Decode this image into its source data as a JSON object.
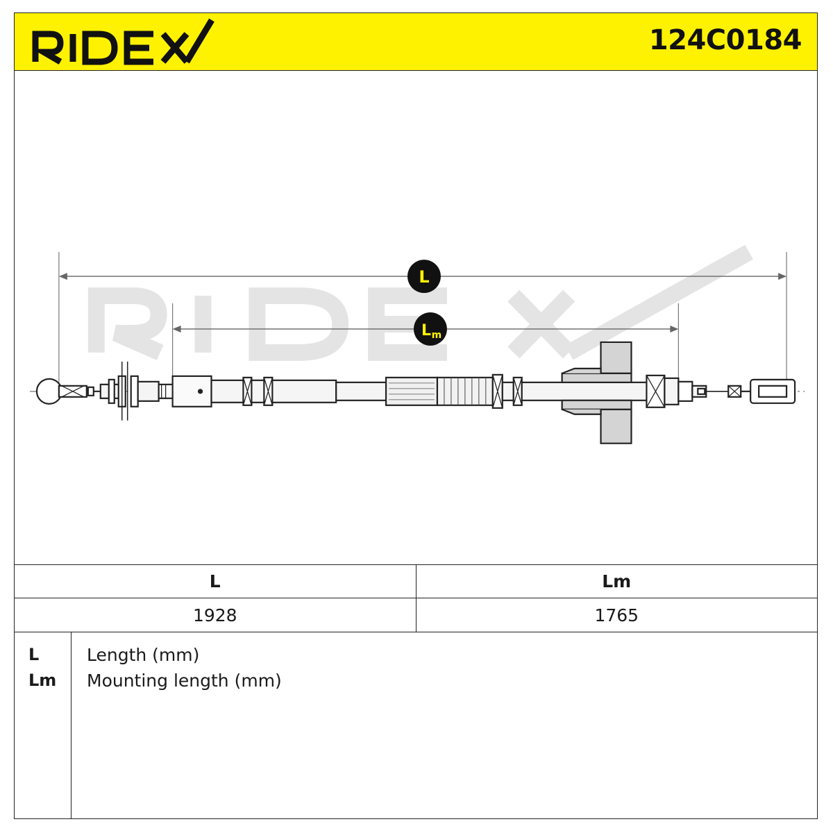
{
  "header": {
    "brand": "RIDEX",
    "part_number": "124C0184",
    "brand_color": "#111111",
    "background_color": "#fff200"
  },
  "drawing": {
    "watermark": "RIDEX",
    "dimension_markers": [
      {
        "label": "L"
      },
      {
        "label": "L",
        "subscript": "m"
      }
    ]
  },
  "dimensions_table": {
    "headers": [
      "L",
      "Lm"
    ],
    "values": [
      "1928",
      "1765"
    ]
  },
  "legend": {
    "items": [
      {
        "key": "L",
        "description": "Length (mm)"
      },
      {
        "key": "Lm",
        "description": "Mounting length (mm)"
      }
    ]
  }
}
